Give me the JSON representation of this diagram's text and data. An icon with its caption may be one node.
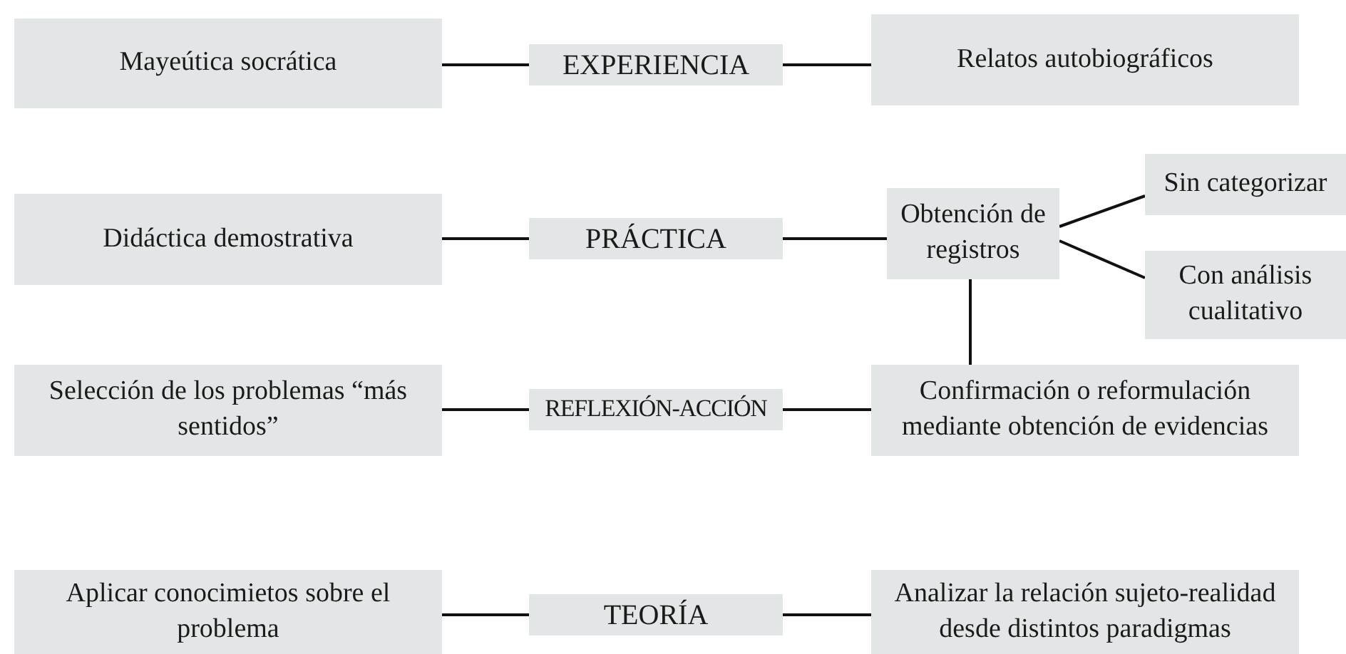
{
  "diagram": {
    "nodes": [
      {
        "text": [
          "Mayeútica socrática"
        ]
      },
      {
        "text": [
          "EXPERIENCIA"
        ]
      },
      {
        "text": [
          "Relatos autobiográficos"
        ]
      },
      {
        "text": [
          "Didáctica demostrativa"
        ]
      },
      {
        "text": [
          "PRÁCTICA"
        ]
      },
      {
        "text": [
          "Obtención de registros"
        ]
      },
      {
        "text": [
          "Sin categorizar"
        ]
      },
      {
        "text": [
          "Con análisis cualitativo"
        ]
      },
      {
        "text": [
          "Selección de los problemas “más sentidos”"
        ]
      },
      {
        "text": [
          "REFLEXIÓN-ACCIÓN"
        ]
      },
      {
        "text": [
          "Confirmación o reformulación mediante obtención de evidencias"
        ]
      },
      {
        "text": [
          "Aplicar conocimietos sobre el problema"
        ]
      },
      {
        "text": [
          "TEORÍA"
        ]
      },
      {
        "text": [
          "Analizar la relación sujeto-realidad desde distintos paradigmas"
        ]
      }
    ],
    "edges": [
      {
        "from": 0,
        "to": 1,
        "arrow": "none"
      },
      {
        "from": 1,
        "to": 2,
        "arrow": "none"
      },
      {
        "from": 3,
        "to": 4,
        "arrow": "none"
      },
      {
        "from": 4,
        "to": 5,
        "arrow": "none"
      },
      {
        "from": 5,
        "to": 6,
        "arrow": "none"
      },
      {
        "from": 5,
        "to": 7,
        "arrow": "none"
      },
      {
        "from": 5,
        "to": 10,
        "arrow": "none"
      },
      {
        "from": 8,
        "to": 9,
        "arrow": "none"
      },
      {
        "from": 9,
        "to": 10,
        "arrow": "none"
      },
      {
        "from": 11,
        "to": 12,
        "arrow": "none"
      },
      {
        "from": 12,
        "to": 13,
        "arrow": "none"
      }
    ]
  }
}
